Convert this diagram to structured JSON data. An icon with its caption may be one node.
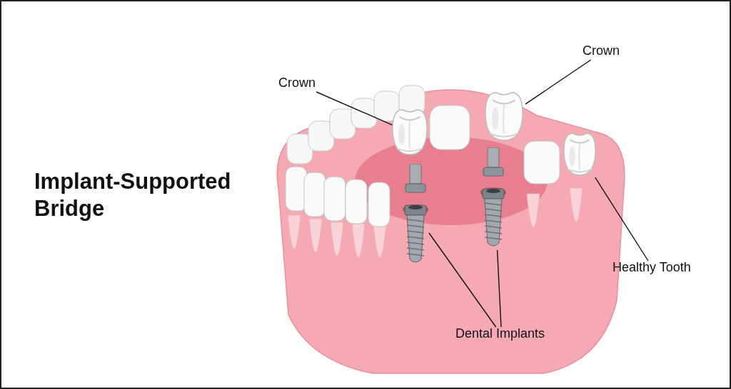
{
  "diagram": {
    "title": "Implant-Supported Bridge",
    "nodes": [
      {
        "text": [
          "Crown"
        ]
      },
      {
        "text": [
          "Crown"
        ]
      },
      {
        "text": [
          "Healthy Tooth"
        ]
      },
      {
        "text": [
          "Dental Implants"
        ]
      },
      {
        "text": [],
        "shape": "picture"
      },
      {
        "text": [],
        "shape": "picture"
      },
      {
        "text": [],
        "shape": "picture"
      },
      {
        "text": [],
        "shape": "picture"
      },
      {
        "text": [],
        "shape": "picture"
      }
    ],
    "edges": [
      {
        "from": 0,
        "to": 4,
        "arrow": "none"
      },
      {
        "from": 1,
        "to": 5,
        "arrow": "none"
      },
      {
        "from": 2,
        "to": 8,
        "arrow": "none"
      },
      {
        "from": 3,
        "to": 6,
        "arrow": "none"
      },
      {
        "from": 3,
        "to": 7,
        "arrow": "none"
      }
    ]
  }
}
